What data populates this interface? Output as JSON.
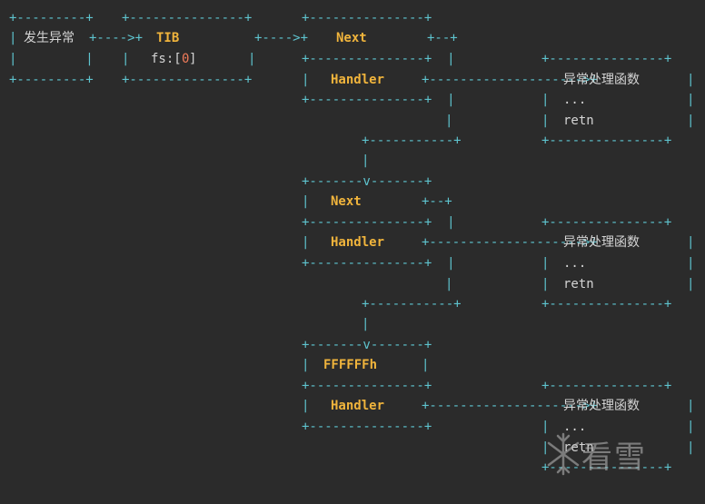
{
  "diagram": {
    "node_text": {
      "exception": "发生异常",
      "tib": "TIB",
      "fs_prefix": "fs:[",
      "fs_num": "0",
      "fs_suffix": "]",
      "next": "Next",
      "handler": "Handler",
      "end_marker": "FFFFFFh",
      "handler_func": "异常处理函数",
      "ellipsis": "...",
      "retn": "retn",
      "arrow_down": "v"
    },
    "ascii_lines": [
      "+---------+    +---------------+     +---------------+",
      "|         |    |               |     |               |",
      "+---------+    +---------------+     +---------------+",
      "+---->",
      "+--+",
      "|",
      "+---------------+",
      "+---------------+",
      "+----------->+",
      "+---------------------------+",
      "+----------+",
      "+-------v-------+"
    ],
    "colors": {
      "background": "#2b2b2b",
      "lines": "#5ec4cf",
      "labels": "#f0b43c",
      "text": "#d4d4d4",
      "number": "#f07b5a"
    }
  },
  "watermark": {
    "text": "看雪"
  }
}
